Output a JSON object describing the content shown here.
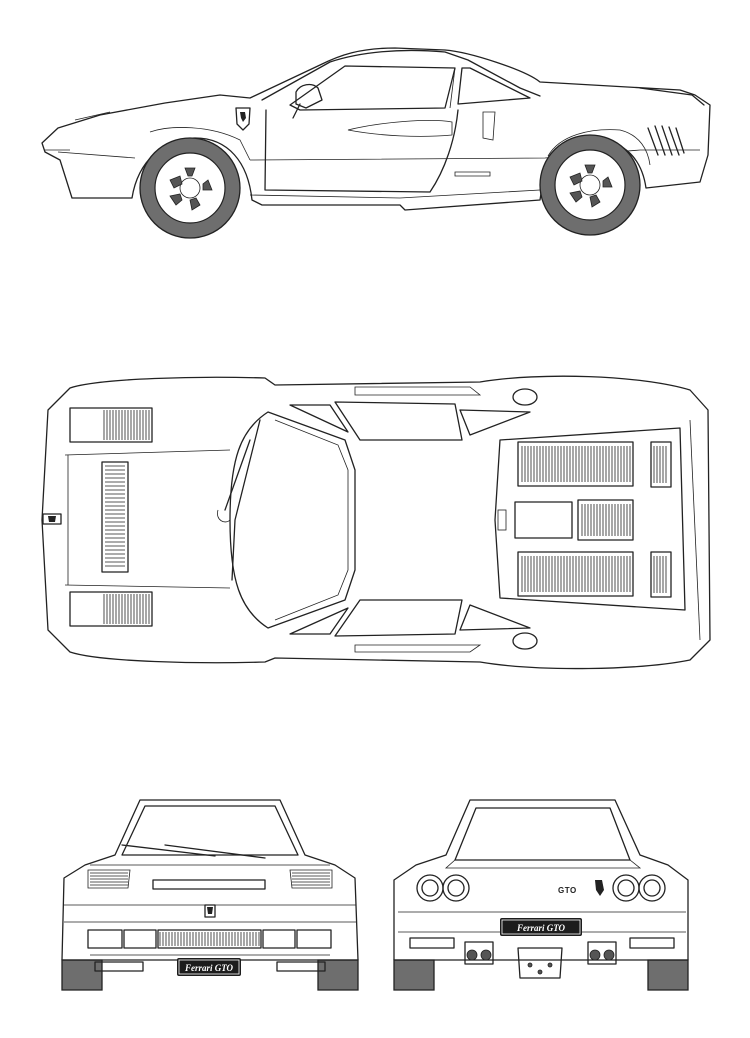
{
  "views": {
    "side": {
      "name": "side-view"
    },
    "top": {
      "name": "top-view"
    },
    "front": {
      "name": "front-view"
    },
    "rear": {
      "name": "rear-view"
    }
  },
  "badges": {
    "front_plate": "Ferrari GTO",
    "rear_plate": "Ferrari GTO",
    "rear_emblem": "GTO"
  },
  "colors": {
    "line": "#222222",
    "tire": "#6e6e6e",
    "plate": "#1c1c1c",
    "background": "#ffffff"
  },
  "icons": [
    "prancing-horse-icon"
  ]
}
